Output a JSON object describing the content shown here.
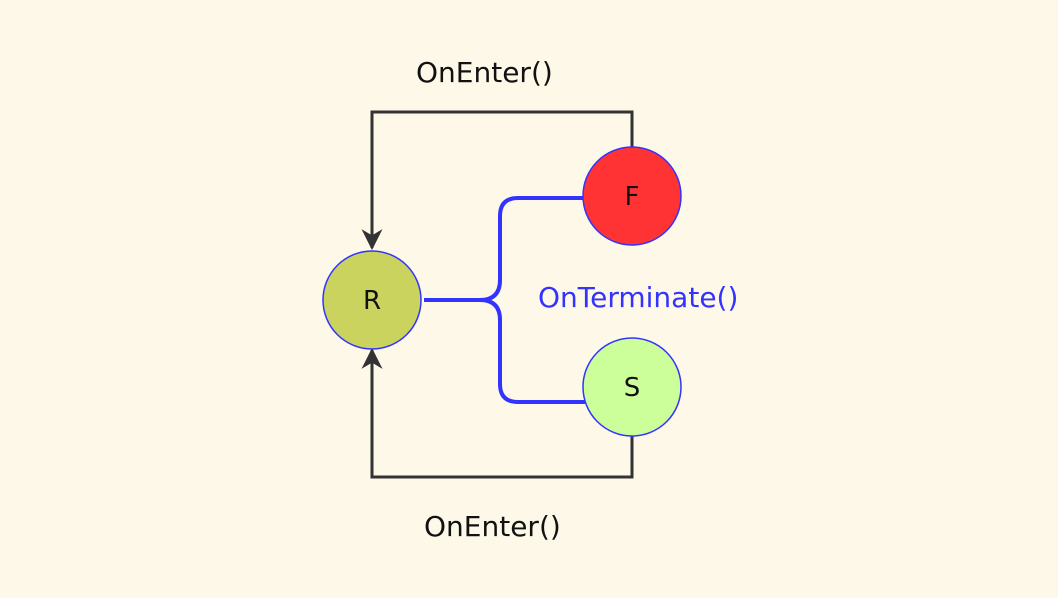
{
  "nodes": {
    "r": {
      "label": "R",
      "color": "#cad35e"
    },
    "f": {
      "label": "F",
      "color": "#ff3333"
    },
    "s": {
      "label": "S",
      "color": "#ccff99"
    }
  },
  "edges": {
    "top": {
      "label": "OnEnter()"
    },
    "bottom": {
      "label": "OnEnter()"
    },
    "terminate": {
      "label": "OnTerminate()",
      "color": "#3333ff"
    }
  },
  "colors": {
    "background": "#fef8e8",
    "stroke": "#3333ff",
    "connector": "#333333"
  }
}
